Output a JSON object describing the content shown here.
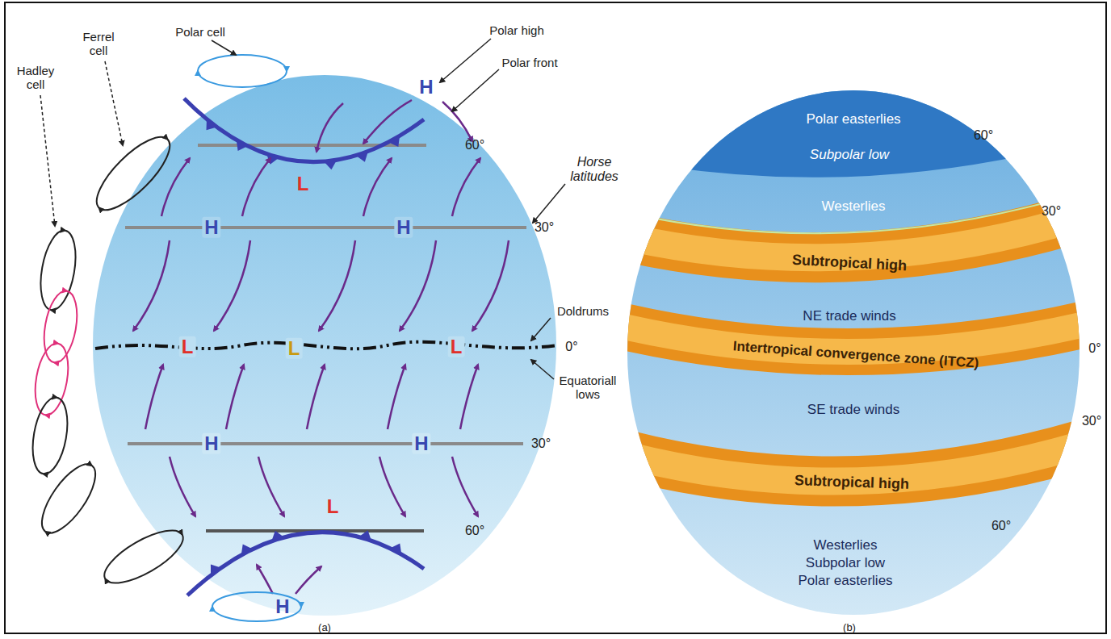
{
  "diagram": {
    "nodes": [
      {
        "text": [
          "Subtropical high"
        ]
      },
      {
        "text": [
          "Intertropical convergence zone (ITCZ)"
        ]
      },
      {
        "text": [
          "Subtropical high"
        ]
      }
    ],
    "labels": [
      "Polar cell",
      "Ferrel cell",
      "Hadley cell",
      "Polar high",
      "Polar front",
      "Horse latitudes",
      "Doldrums",
      "Equatoriall lows",
      "60°",
      "30°",
      "0°",
      "30°",
      "60°",
      "H",
      "L",
      "H",
      "H",
      "L",
      "L",
      "L",
      "H",
      "H",
      "L",
      "H",
      "(a)",
      "Polar easterlies",
      "Subpolar low",
      "Westerlies",
      "60°",
      "30°",
      "NE trade winds",
      "0°",
      "SE trade winds",
      "30°",
      "Westerlies",
      "Subpolar low",
      "Polar easterlies",
      "60°",
      "(b)"
    ]
  }
}
